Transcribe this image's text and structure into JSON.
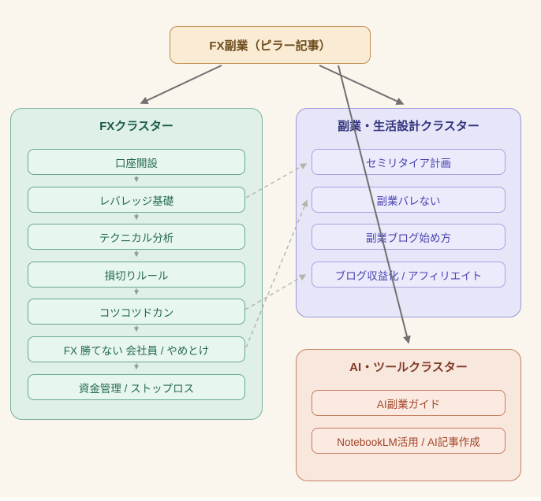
{
  "pillar": {
    "label": "FX副業（ピラー記事）"
  },
  "clusters": {
    "fx": {
      "title": "FXクラスター",
      "items": [
        "口座開設",
        "レバレッジ基礎",
        "テクニカル分析",
        "損切りルール",
        "コツコツドカン",
        "FX 勝てない 会社員 / やめとけ",
        "資金管理 / ストップロス"
      ]
    },
    "side": {
      "title": "副業・生活設計クラスター",
      "items": [
        "セミリタイア計画",
        "副業バレない",
        "副業ブログ始め方",
        "ブログ収益化 / アフィリエイト"
      ]
    },
    "ai": {
      "title": "AI・ツールクラスター",
      "items": [
        "AI副業ガイド",
        "NotebookLM活用 / AI記事作成"
      ]
    }
  },
  "edges": {
    "solid": [
      {
        "from": "FX副業（ピラー記事）",
        "to": "FXクラスター"
      },
      {
        "from": "FX副業（ピラー記事）",
        "to": "副業・生活設計クラスター"
      },
      {
        "from": "FX副業（ピラー記事）",
        "to": "AI・ツールクラスター"
      }
    ],
    "dashed": [
      {
        "from": "レバレッジ基礎",
        "to": "セミリタイア計画"
      },
      {
        "from": "FX 勝てない 会社員 / やめとけ",
        "to": "副業バレない"
      },
      {
        "from": "コツコツドカン",
        "to": "ブログ収益化 / アフィリエイト"
      }
    ],
    "fx_internal_flow": "sequential top-to-bottom arrows between all 7 FX items"
  },
  "colors": {
    "background": "#faf6ed",
    "pillar_fill": "#faecd4",
    "pillar_border": "#c08c4e",
    "pillar_text": "#6d4c1d",
    "fx_fill": "#def0e7",
    "fx_border": "#7ab09c",
    "fx_title": "#1d5c49",
    "fx_box_fill": "#e7f6ee",
    "fx_box_border": "#69a98c",
    "fx_box_text": "#266a54",
    "side_fill": "#e6e6f8",
    "side_border": "#9a97d9",
    "side_title": "#32327e",
    "side_box_fill": "#ebebfc",
    "side_box_border": "#a7a3e0",
    "side_box_text": "#4a43ae",
    "ai_fill": "#f8e7dc",
    "ai_border": "#c8805f",
    "ai_title": "#7e3b28",
    "ai_box_fill": "#faeae1",
    "ai_box_border": "#c57e60",
    "ai_box_text": "#a14527",
    "solid_arrow": "#707070",
    "dashed_arrow": "#b3b3ad",
    "step_arrow": "#8d9b94"
  }
}
